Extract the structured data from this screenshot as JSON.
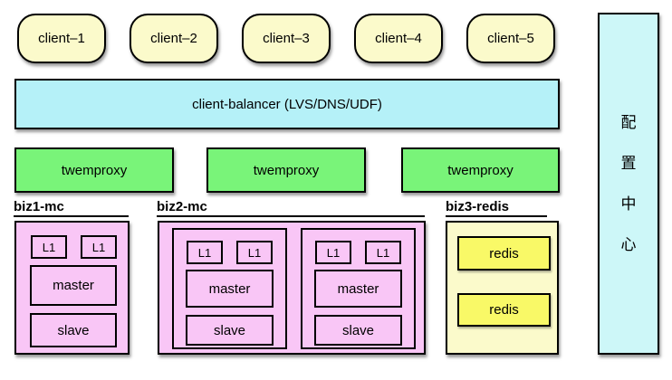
{
  "colors": {
    "pale-yellow": "#FBFACB",
    "cyan": "#B5F1F8",
    "cyan-light": "#CDF7F8",
    "green": "#79F479",
    "pink": "#F9C6F6",
    "yellow": "#F9F967"
  },
  "clients": [
    {
      "label": "client–1"
    },
    {
      "label": "client–2"
    },
    {
      "label": "client–3"
    },
    {
      "label": "client–4"
    },
    {
      "label": "client–5"
    }
  ],
  "balancer": {
    "label": "client-balancer (LVS/DNS/UDF)"
  },
  "proxies": [
    {
      "label": "twemproxy"
    },
    {
      "label": "twemproxy"
    },
    {
      "label": "twemproxy"
    }
  ],
  "biz1": {
    "name": "biz1-mc",
    "l1a": "L1",
    "l1b": "L1",
    "master": "master",
    "slave": "slave"
  },
  "biz2": {
    "name": "biz2-mc",
    "units": [
      {
        "l1a": "L1",
        "l1b": "L1",
        "master": "master",
        "slave": "slave"
      },
      {
        "l1a": "L1",
        "l1b": "L1",
        "master": "master",
        "slave": "slave"
      }
    ]
  },
  "biz3": {
    "name": "biz3-redis",
    "nodes": [
      {
        "label": "redis"
      },
      {
        "label": "redis"
      }
    ]
  },
  "config_center": {
    "label": "配置中心",
    "chars": [
      {
        "ch": "配"
      },
      {
        "ch": "置"
      },
      {
        "ch": "中"
      },
      {
        "ch": "心"
      }
    ]
  }
}
